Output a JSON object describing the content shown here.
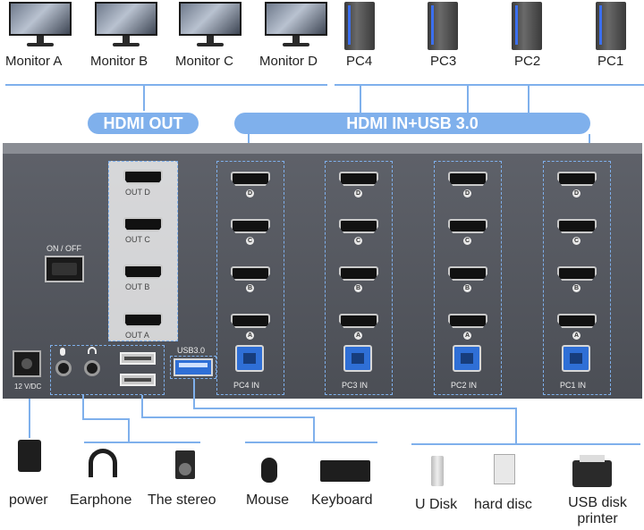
{
  "monitors": [
    "Monitor A",
    "Monitor B",
    "Monitor C",
    "Monitor D"
  ],
  "pcs": [
    "PC4",
    "PC3",
    "PC2",
    "PC1"
  ],
  "banners": {
    "hdmi_out": "HDMI OUT",
    "hdmi_in_usb": "HDMI IN+USB 3.0"
  },
  "panel": {
    "power_switch_label": "ON / OFF",
    "out_ports": [
      "OUT D",
      "OUT C",
      "OUT B",
      "OUT A"
    ],
    "port_letters": [
      "D",
      "C",
      "B",
      "A"
    ],
    "pc_in_labels": [
      "PC4 IN",
      "PC3 IN",
      "PC2 IN",
      "PC1 IN"
    ],
    "usb3_label": "USB3.0",
    "dc_label": "12 V/DC"
  },
  "peripherals": [
    "power",
    "Earphone",
    "The stereo",
    "Mouse",
    "Keyboard",
    "U Disk",
    "hard disc",
    "USB disk printer"
  ],
  "colors": {
    "accent": "#7fb0ec",
    "panel": "#55585f",
    "usb_blue": "#2f6fd6"
  }
}
